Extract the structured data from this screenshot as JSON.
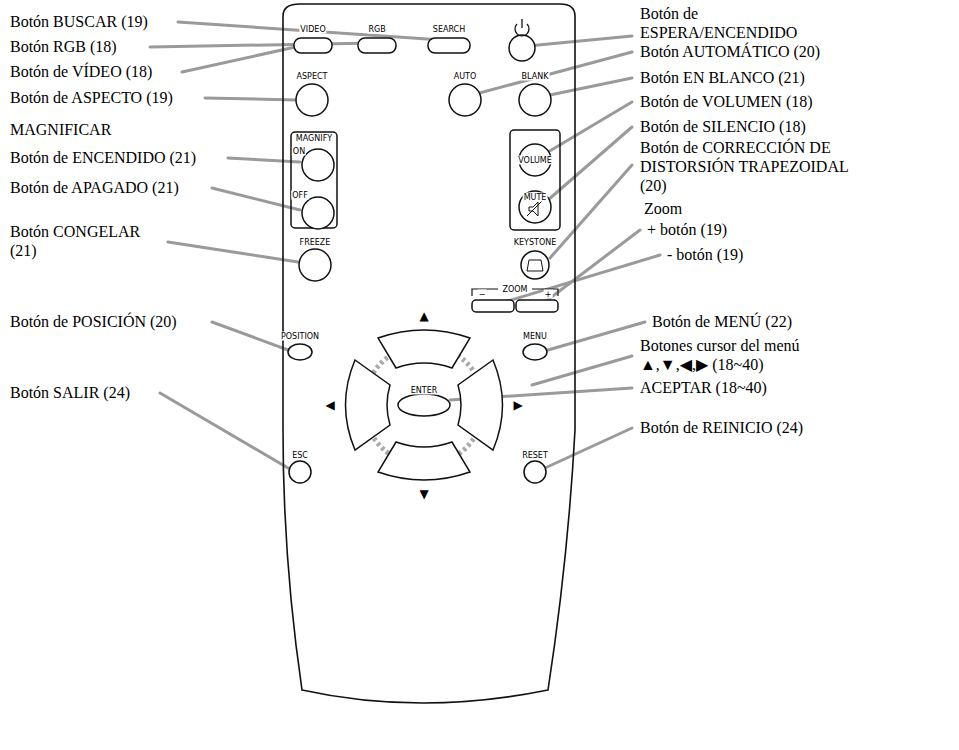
{
  "diagram": {
    "labels": [
      "Botón BUSCAR (19)",
      "Botón RGB (18)",
      "Botón de VÍDEO (18)",
      "Botón de ASPECTO (19)",
      "MAGNIFICAR",
      "Botón de ENCENDIDO (21)",
      "Botón de APAGADO (21)",
      "Botón CONGELAR (21)",
      "Botón de POSICIÓN (20)",
      "Botón SALIR (24)",
      "Botón de ESPERA/ENCENDIDO",
      "Botón AUTOMÁTICO (20)",
      "Botón EN BLANCO (21)",
      "Botón de VOLUMEN (18)",
      "Botón de SILENCIO (18)",
      "Botón de CORRECCIÓN DE DISTORSIÓN TRAPEZOIDAL (20)",
      "Zoom",
      "+ botón (19)",
      "- botón (19)",
      "Botón de MENÚ (22)",
      "Botones cursor del menú ▲,▼,◀,▶ (18~40)",
      "ACEPTAR (18~40)",
      "Botón de REINICIO (24)",
      "VIDEO",
      "RGB",
      "SEARCH",
      "ASPECT",
      "AUTO",
      "BLANK",
      "MAGNIFY",
      "ON",
      "OFF",
      "VOLUME",
      "MUTE",
      "FREEZE",
      "KEYSTONE",
      "ZOOM",
      "−",
      "+",
      "POSITION",
      "MENU",
      "ENTER",
      "ESC",
      "RESET",
      "▲",
      "▼",
      "◀",
      "▶"
    ]
  }
}
